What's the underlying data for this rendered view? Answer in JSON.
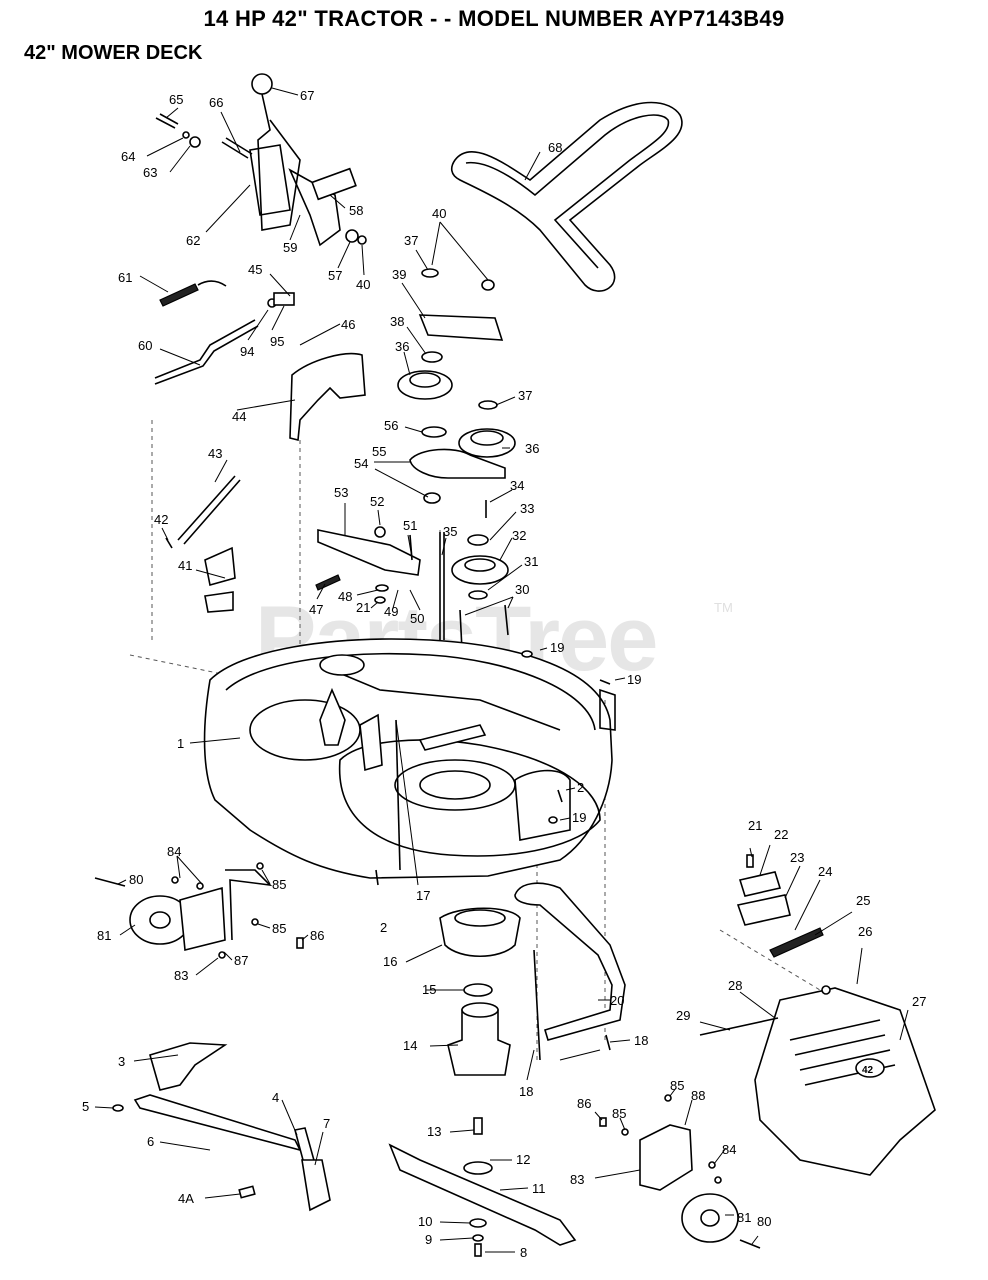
{
  "title": "14 HP 42\" TRACTOR - - MODEL NUMBER AYP7143B49",
  "subtitle": "42\" MOWER DECK",
  "watermark": {
    "text": "PartsTree",
    "trademark": "TM"
  },
  "callouts": {
    "p1": "1",
    "p2a": "2",
    "p2b": "2",
    "p3": "3",
    "p4": "4",
    "p4a": "4A",
    "p5": "5",
    "p6": "6",
    "p7": "7",
    "p8": "8",
    "p9": "9",
    "p10": "10",
    "p11": "11",
    "p12": "12",
    "p13": "13",
    "p14": "14",
    "p15": "15",
    "p16": "16",
    "p17": "17",
    "p18a": "18",
    "p18b": "18",
    "p19a": "19",
    "p19b": "19",
    "p19c": "19",
    "p20": "20",
    "p21a": "21",
    "p21b": "21",
    "p22": "22",
    "p23": "23",
    "p24": "24",
    "p25": "25",
    "p26": "26",
    "p27": "27",
    "p28": "28",
    "p29": "29",
    "p30": "30",
    "p31": "31",
    "p32": "32",
    "p33": "33",
    "p34": "34",
    "p35": "35",
    "p36a": "36",
    "p36b": "36",
    "p37a": "37",
    "p37b": "37",
    "p38": "38",
    "p39": "39",
    "p40a": "40",
    "p40b": "40",
    "p41": "41",
    "p42": "42",
    "p43": "43",
    "p44": "44",
    "p45": "45",
    "p46": "46",
    "p47": "47",
    "p48": "48",
    "p49": "49",
    "p50": "50",
    "p51": "51",
    "p52": "52",
    "p53": "53",
    "p54": "54",
    "p55": "55",
    "p56": "56",
    "p57": "57",
    "p58": "58",
    "p59": "59",
    "p60": "60",
    "p61": "61",
    "p62": "62",
    "p63": "63",
    "p64": "64",
    "p65": "65",
    "p66": "66",
    "p67": "67",
    "p68": "68",
    "p80a": "80",
    "p80b": "80",
    "p81a": "81",
    "p81b": "81",
    "p83a": "83",
    "p83b": "83",
    "p84a": "84",
    "p84b": "84",
    "p85a": "85",
    "p85b": "85",
    "p85c": "85",
    "p85d": "85",
    "p86a": "86",
    "p86b": "86",
    "p87": "87",
    "p88": "88",
    "p94": "94",
    "p95": "95"
  },
  "deck_badge": "42"
}
